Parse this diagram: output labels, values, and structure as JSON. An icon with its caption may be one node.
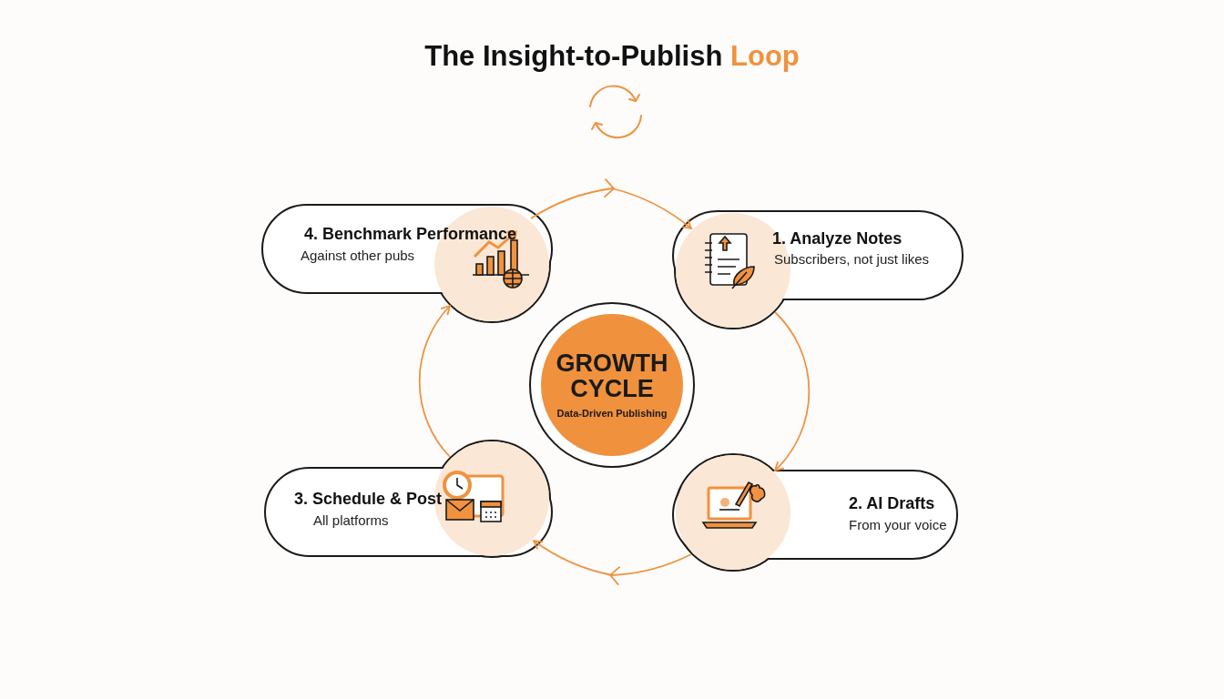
{
  "diagram": {
    "title": "The Insight-to-Publish Loop",
    "nodes": [
      {
        "text": [
          "4. Benchmark Performance",
          "Against other pubs"
        ]
      },
      {
        "text": [
          "1. Analyze Notes",
          "Subscribers, not just likes"
        ]
      },
      {
        "text": [
          "GROWTH CYCLE",
          "Data-Driven Publishing"
        ]
      },
      {
        "text": [
          "3. Schedule & Post",
          "All platforms"
        ]
      },
      {
        "text": [
          "2. AI Drafts",
          "From your voice"
        ]
      }
    ],
    "edges": [
      {
        "from": 0,
        "to": 1,
        "arrow": "to"
      },
      {
        "from": 1,
        "to": 4,
        "arrow": "to"
      },
      {
        "from": 4,
        "to": 3,
        "arrow": "to"
      },
      {
        "from": 3,
        "to": 0,
        "arrow": "to"
      }
    ]
  }
}
